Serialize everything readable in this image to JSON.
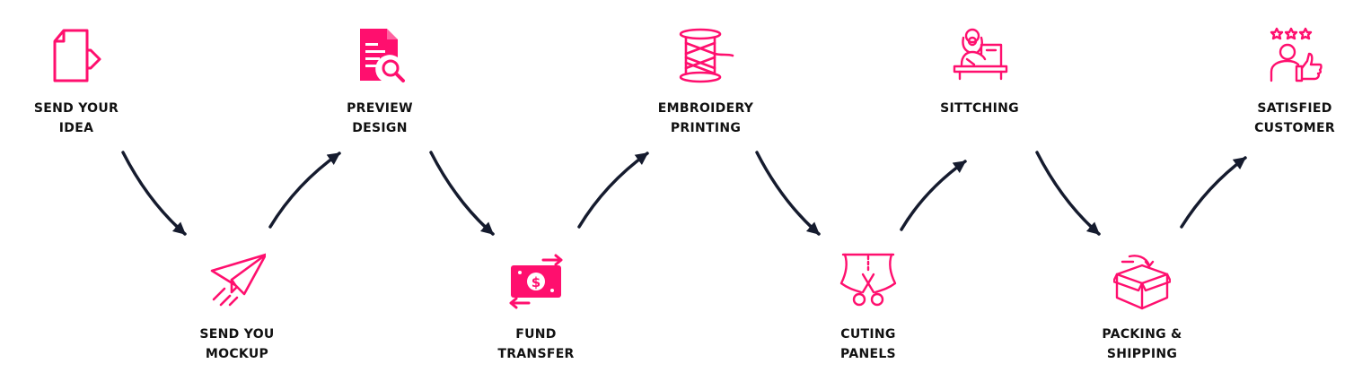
{
  "colors": {
    "accent": "#ff0f6e",
    "arrow": "#151b2e",
    "text": "#111111"
  },
  "steps": [
    {
      "icon": "document-send-icon",
      "line1": "SEND YOUR",
      "line2": "IDEA"
    },
    {
      "icon": "paper-plane-icon",
      "line1": "SEND YOU",
      "line2": "MOCKUP"
    },
    {
      "icon": "document-search-icon",
      "line1": "PREVIEW",
      "line2": "DESIGN"
    },
    {
      "icon": "money-transfer-icon",
      "line1": "FUND",
      "line2": "TRANSFER"
    },
    {
      "icon": "thread-spool-icon",
      "line1": "EMBROIDERY",
      "line2": "PRINTING"
    },
    {
      "icon": "scissors-fabric-icon",
      "line1": "CUTING",
      "line2": "PANELS"
    },
    {
      "icon": "sewing-machine-icon",
      "line1": "SITTCHING",
      "line2": ""
    },
    {
      "icon": "package-box-icon",
      "line1": "PACKING &",
      "line2": "SHIPPING"
    },
    {
      "icon": "satisfied-customer-icon",
      "line1": "SATISFIED",
      "line2": "CUSTOMER"
    }
  ]
}
